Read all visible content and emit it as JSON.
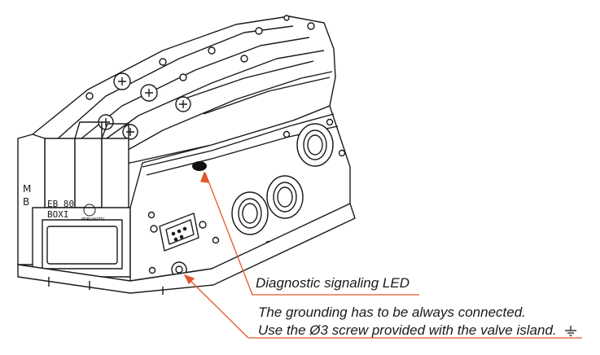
{
  "diagram": {
    "device_markings": {
      "left_face_letters": [
        "M",
        "B"
      ],
      "model_line1": "EB 80",
      "model_line2": "BOXI",
      "brand_text": "PNEUMATIC"
    },
    "callouts": {
      "led": {
        "label": "Diagnostic signaling LED"
      },
      "ground": {
        "line1": "The grounding has to be always connected.",
        "line2": "Use the Ø3 screw provided with the valve island.",
        "symbol": "ground-icon"
      }
    },
    "colors": {
      "leader_line": "#e2572b",
      "drawing_line": "#1a1a1a",
      "background": "#ffffff"
    }
  }
}
